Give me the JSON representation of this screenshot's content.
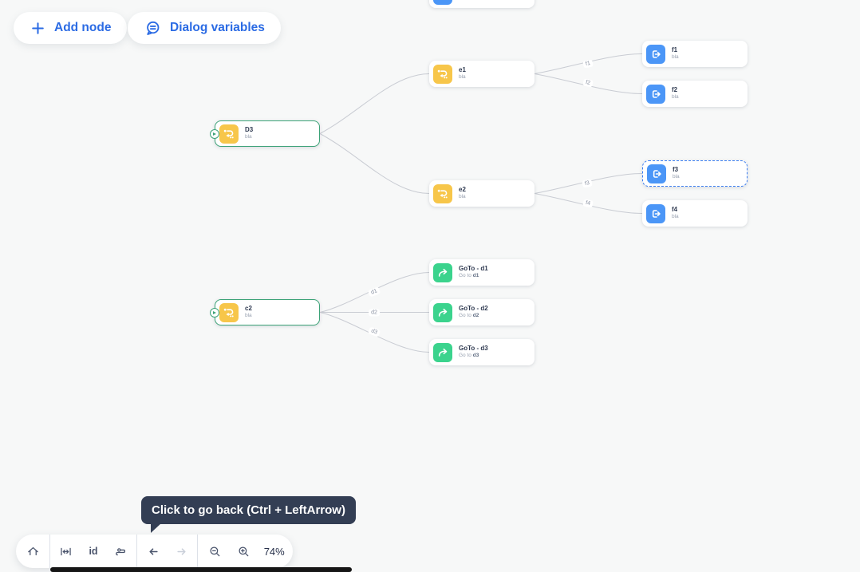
{
  "header": {
    "add_node_label": "Add node",
    "dialog_variables_label": "Dialog variables"
  },
  "nodes": {
    "d3": {
      "title": "D3",
      "subtitle": "bla"
    },
    "c2": {
      "title": "c2",
      "subtitle": "bla"
    },
    "e1": {
      "title": "e1",
      "subtitle": "bla"
    },
    "e2": {
      "title": "e2",
      "subtitle": "bla"
    },
    "f1": {
      "title": "f1",
      "subtitle": "bla"
    },
    "f2": {
      "title": "f2",
      "subtitle": "bla"
    },
    "f3": {
      "title": "f3",
      "subtitle": "bla"
    },
    "f4": {
      "title": "f4",
      "subtitle": "bla"
    },
    "goto_d1": {
      "title": "GoTo - d1",
      "subtitle_prefix": "Go to ",
      "subtitle_target": "d1"
    },
    "goto_d2": {
      "title": "GoTo - d2",
      "subtitle_prefix": "Go to ",
      "subtitle_target": "d2"
    },
    "goto_d3": {
      "title": "GoTo - d3",
      "subtitle_prefix": "Go to ",
      "subtitle_target": "d3"
    }
  },
  "edge_labels": {
    "f1": "f1",
    "f2": "f2",
    "f3": "f3",
    "f4": "f4",
    "d1": "d1",
    "d2": "d2",
    "d3": "d3"
  },
  "tooltip": {
    "text": "Click to go back (Ctrl + LeftArrow)"
  },
  "bottom_toolbar": {
    "id_label": "id",
    "zoom_level": "74%"
  },
  "icons": {
    "header": [
      "plus-icon",
      "chat-bubble-icon"
    ],
    "nodes": [
      "flow-steps-icon",
      "exit-icon",
      "goto-arrow-icon",
      "play-icon"
    ],
    "toolbar": [
      "home-icon",
      "fit-width-icon",
      "id-icon",
      "route-icon",
      "arrow-left-icon",
      "arrow-right-icon",
      "zoom-out-icon",
      "zoom-in-icon"
    ]
  },
  "colors": {
    "accent_blue": "#2b6be4",
    "node_yellow": "#f7c64a",
    "node_blue": "#4b96f7",
    "node_green": "#3bd38d",
    "outline_green": "#3da378",
    "selection_dashed_blue": "#3b7df0",
    "edge_gray": "#c9ccd3",
    "tooltip_bg": "#333e54"
  }
}
